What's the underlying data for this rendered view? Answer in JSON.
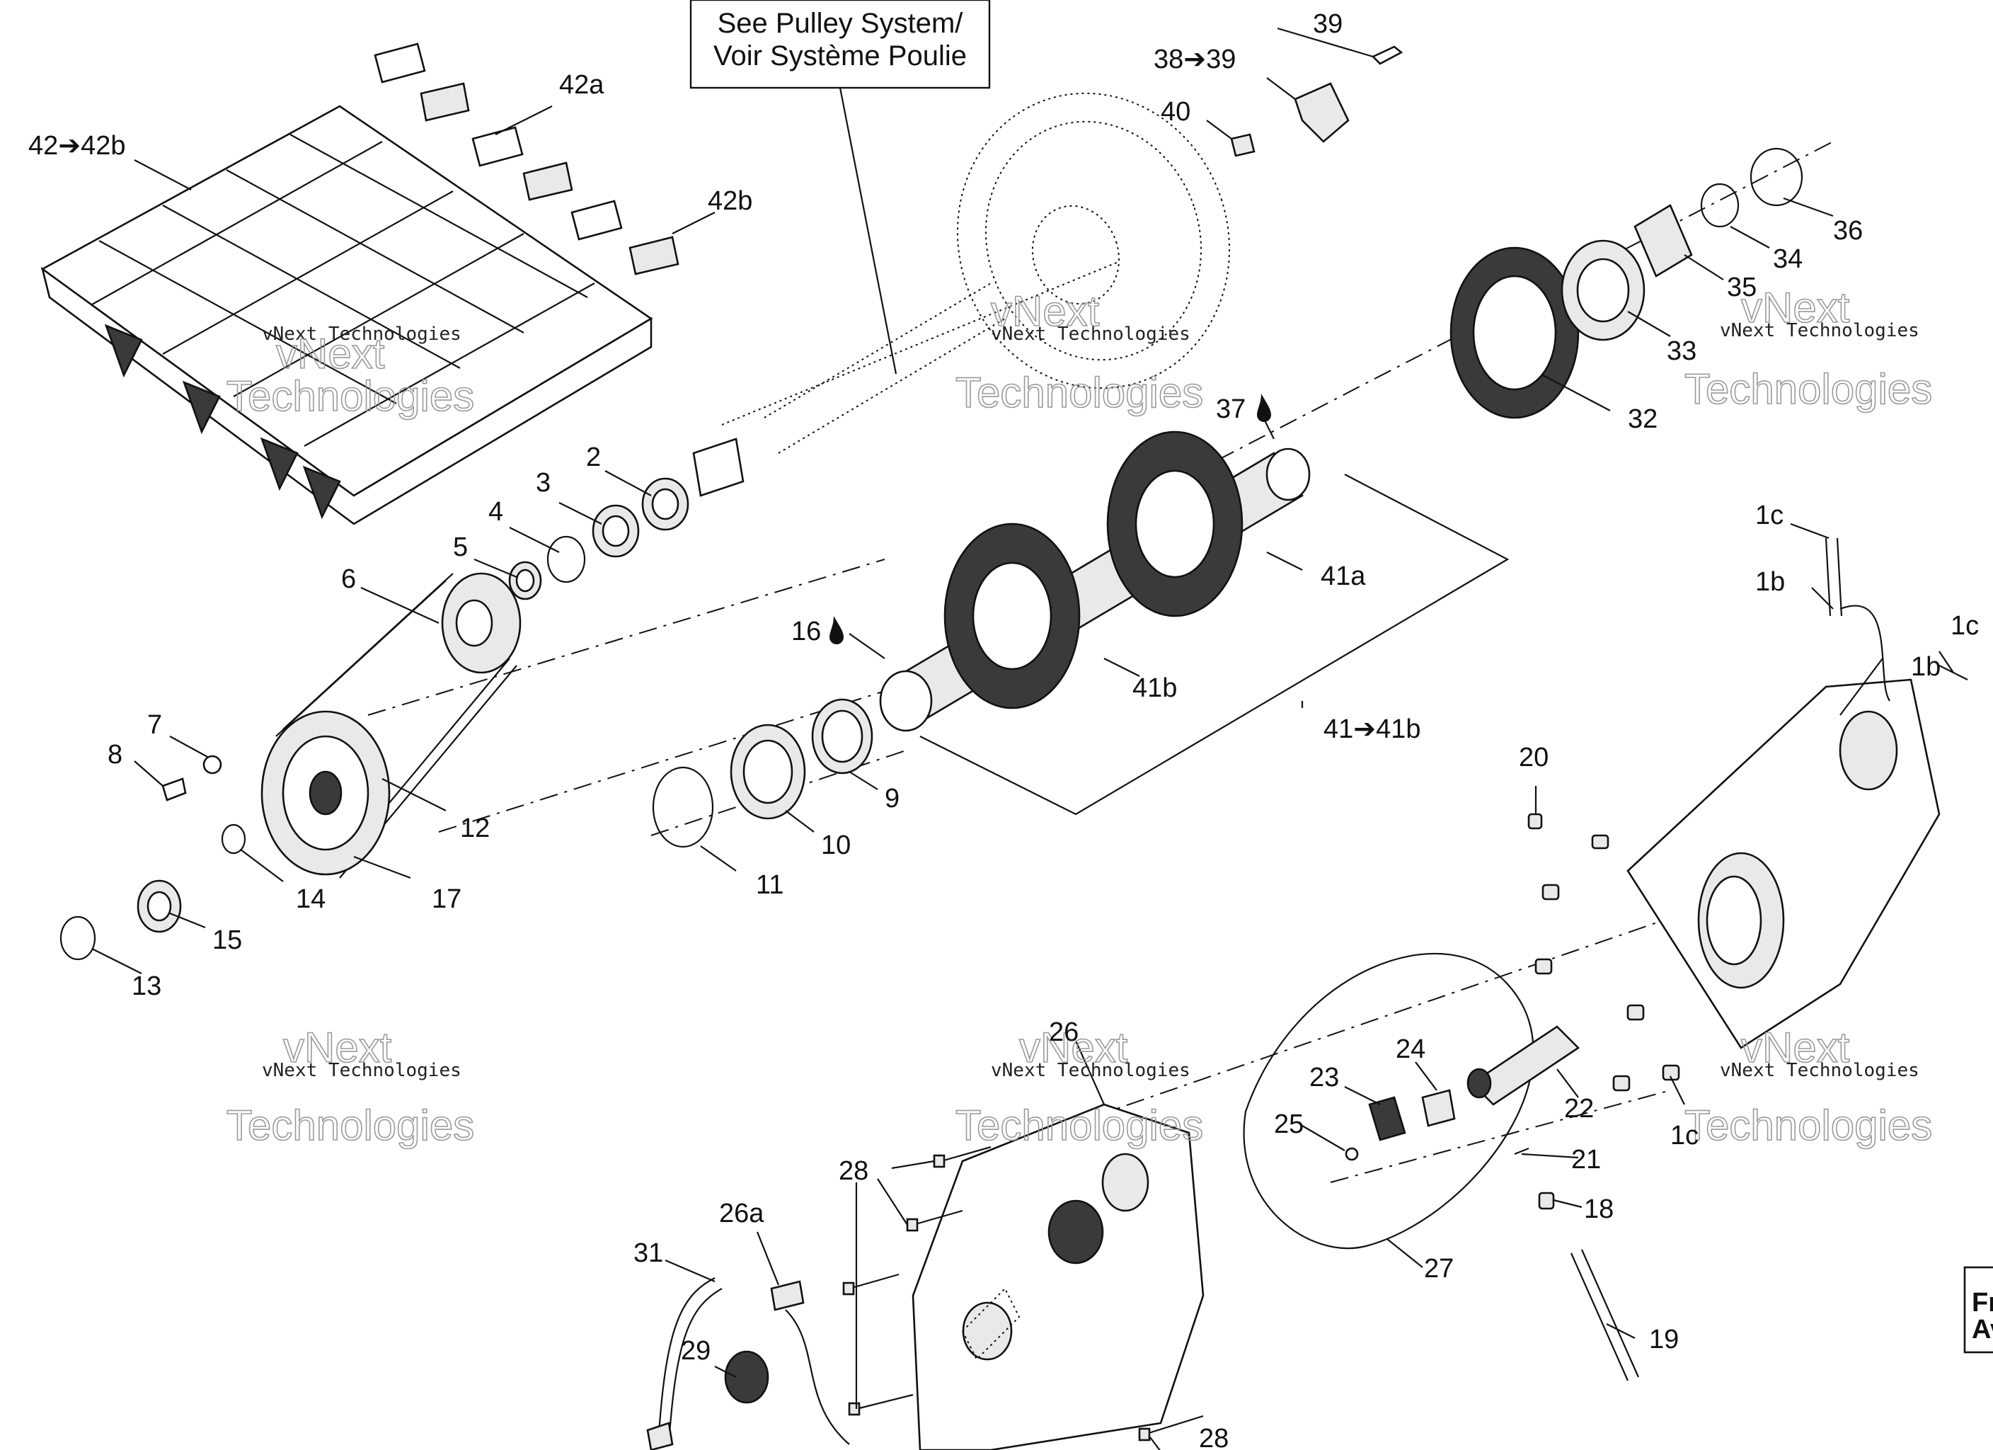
{
  "note": {
    "line1": "See Pulley System/",
    "line2": "Voir Système Poulie"
  },
  "watermark": {
    "line1": "vNext Technologies",
    "line2a": "vNext",
    "line2b": "Technologies"
  },
  "callouts": {
    "c1b_a": "1b",
    "c1b_b": "1b",
    "c1c_a": "1c",
    "c1c_b": "1c",
    "c1c_c": "1c",
    "c2": "2",
    "c3": "3",
    "c4": "4",
    "c5": "5",
    "c6": "6",
    "c7": "7",
    "c8": "8",
    "c9": "9",
    "c10": "10",
    "c11": "11",
    "c12": "12",
    "c13": "13",
    "c14": "14",
    "c15": "15",
    "c16": "16",
    "c17": "17",
    "c18": "18",
    "c19": "19",
    "c20": "20",
    "c21": "21",
    "c22": "22",
    "c23": "23",
    "c24": "24",
    "c25": "25",
    "c26": "26",
    "c26a": "26a",
    "c27": "27",
    "c28a": "28",
    "c28b": "28",
    "c29": "29",
    "c31": "31",
    "c32": "32",
    "c33": "33",
    "c34": "34",
    "c35": "35",
    "c36": "36",
    "c37": "37",
    "c38": "38",
    "c39": "39",
    "c39b": "39",
    "c40": "40",
    "c41": "41",
    "c41a": "41a",
    "c41b": "41b",
    "c41bb": "41b",
    "c42": "42",
    "c42a": "42a",
    "c42b": "42b",
    "c42bb": "42b",
    "arrow": "➔"
  },
  "corner_text": {
    "line1": "Fr",
    "line2": "Av"
  }
}
